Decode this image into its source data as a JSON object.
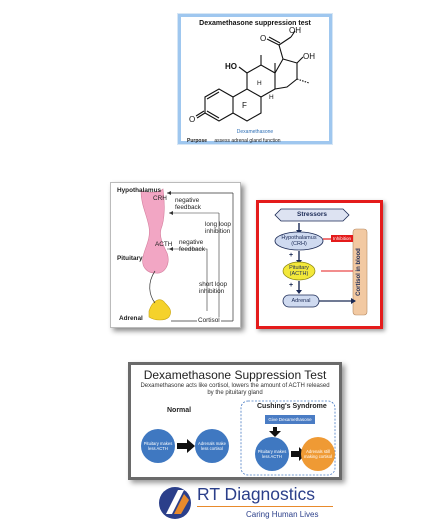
{
  "panel1": {
    "title": "Dexamethasone suppression test",
    "molecule_name": "Dexamethasone",
    "purpose_label": "Purpose",
    "purpose_value": "assess adrenal gland function",
    "atoms": {
      "oh_top": "OH",
      "oh_mid": "OH",
      "ho": "HO",
      "o_ketone": "O",
      "o_bottom": "O",
      "f": "F",
      "h1": "H",
      "h2": "H"
    }
  },
  "panel2": {
    "hypothalamus": "Hypothalamus",
    "crh": "CRH",
    "negative_feedback_1": "negative feedback",
    "long_loop": "long loop inhibition",
    "acth": "ACTH",
    "negative_feedback_2": "negative feedback",
    "pituitary": "Pituitary",
    "short_loop": "short loop inhibition",
    "adrenal": "Adrenal",
    "cortisol": "Cortisol"
  },
  "panel3": {
    "stressors": "Stressors",
    "hypothalamus": "Hypothalamus (CRH)",
    "inhibition": "Inhibition",
    "pituitary": "Pituitary (ACTH)",
    "adrenal": "Adrenal",
    "cortisol_in_blood": "Cortisol in blood",
    "plus_1": "+",
    "plus_2": "+",
    "colors": {
      "yellow": "#f3e83a",
      "blue_node": "#cfdaf0",
      "red": "#e41b1b",
      "bar": "#f2c9a2"
    }
  },
  "panel4": {
    "title": "Dexamethasone Suppression Test",
    "subtitle": "Dexamethasone acts like cortisol, lowers the amount of ACTH released by the pituitary gland",
    "normal_heading": "Normal",
    "cushing_heading": "Cushing's Syndrome",
    "normal_pituitary": "Pituitary makes less ACTH",
    "normal_adrenal": "Adrenals make less cortisol",
    "give_dexa": "Give Dexamethasone",
    "cushing_pituitary": "Pituitary makes less ACTH",
    "cushing_adrenal": "Adrenals still making cortisol",
    "colors": {
      "blue": "#3f78c1",
      "orange": "#ef9a34"
    }
  },
  "logo": {
    "name": "RT Diagnostics",
    "tagline": "Caring Human Lives",
    "colors": {
      "navy": "#2b3f8a",
      "orange": "#e88a2c"
    }
  }
}
